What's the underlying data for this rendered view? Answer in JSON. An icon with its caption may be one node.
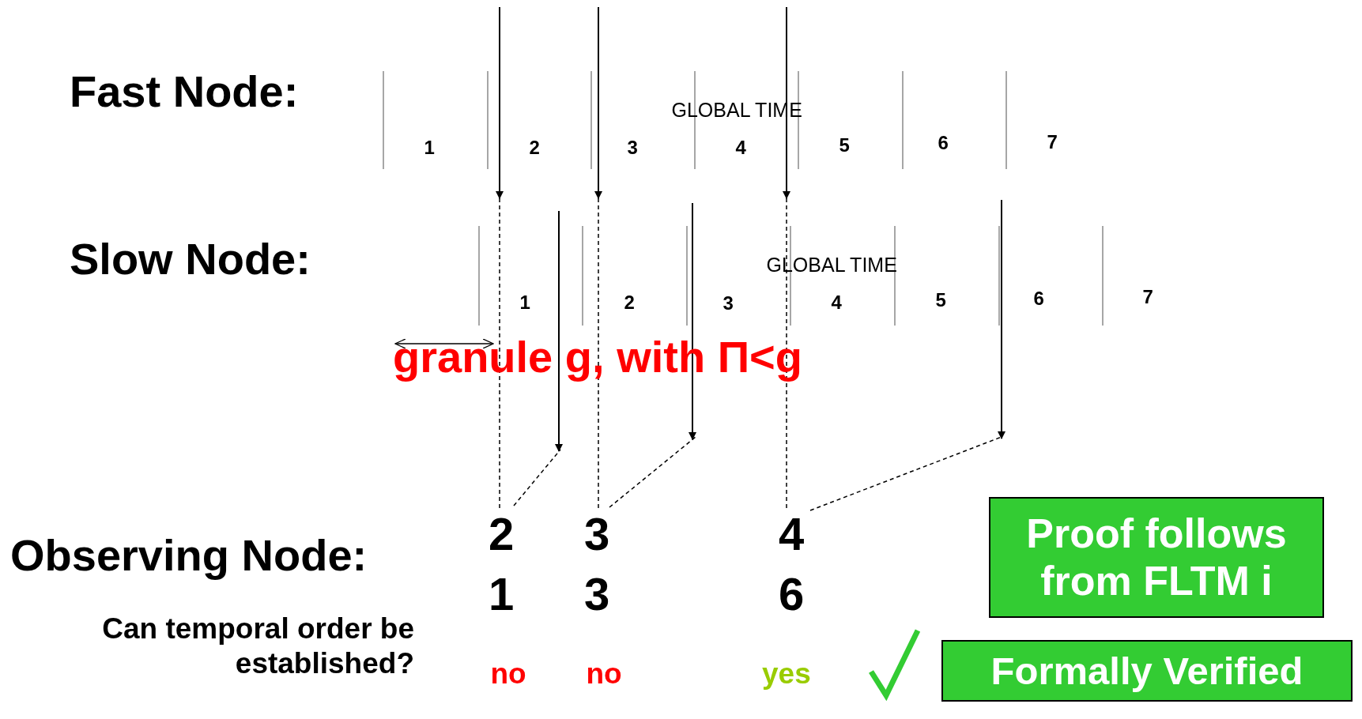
{
  "diagram": {
    "nodes": [
      {
        "text": [
          "Proof follows from FLTM i"
        ]
      },
      {
        "text": [
          "Formally Verified"
        ]
      }
    ],
    "edges": [],
    "labels": [
      "Fast Node:",
      "GLOBAL TIME",
      "1",
      "2",
      "3",
      "4",
      "5",
      "6",
      "7",
      "Slow Node:",
      "GLOBAL TIME",
      "1",
      "2",
      "3",
      "4",
      "5",
      "6",
      "7",
      "granule g, with Π<g",
      "Observing Node:",
      "2",
      "3",
      "4",
      "1",
      "3",
      "6",
      "Can temporal order be established?",
      "no",
      "no",
      "yes"
    ]
  }
}
